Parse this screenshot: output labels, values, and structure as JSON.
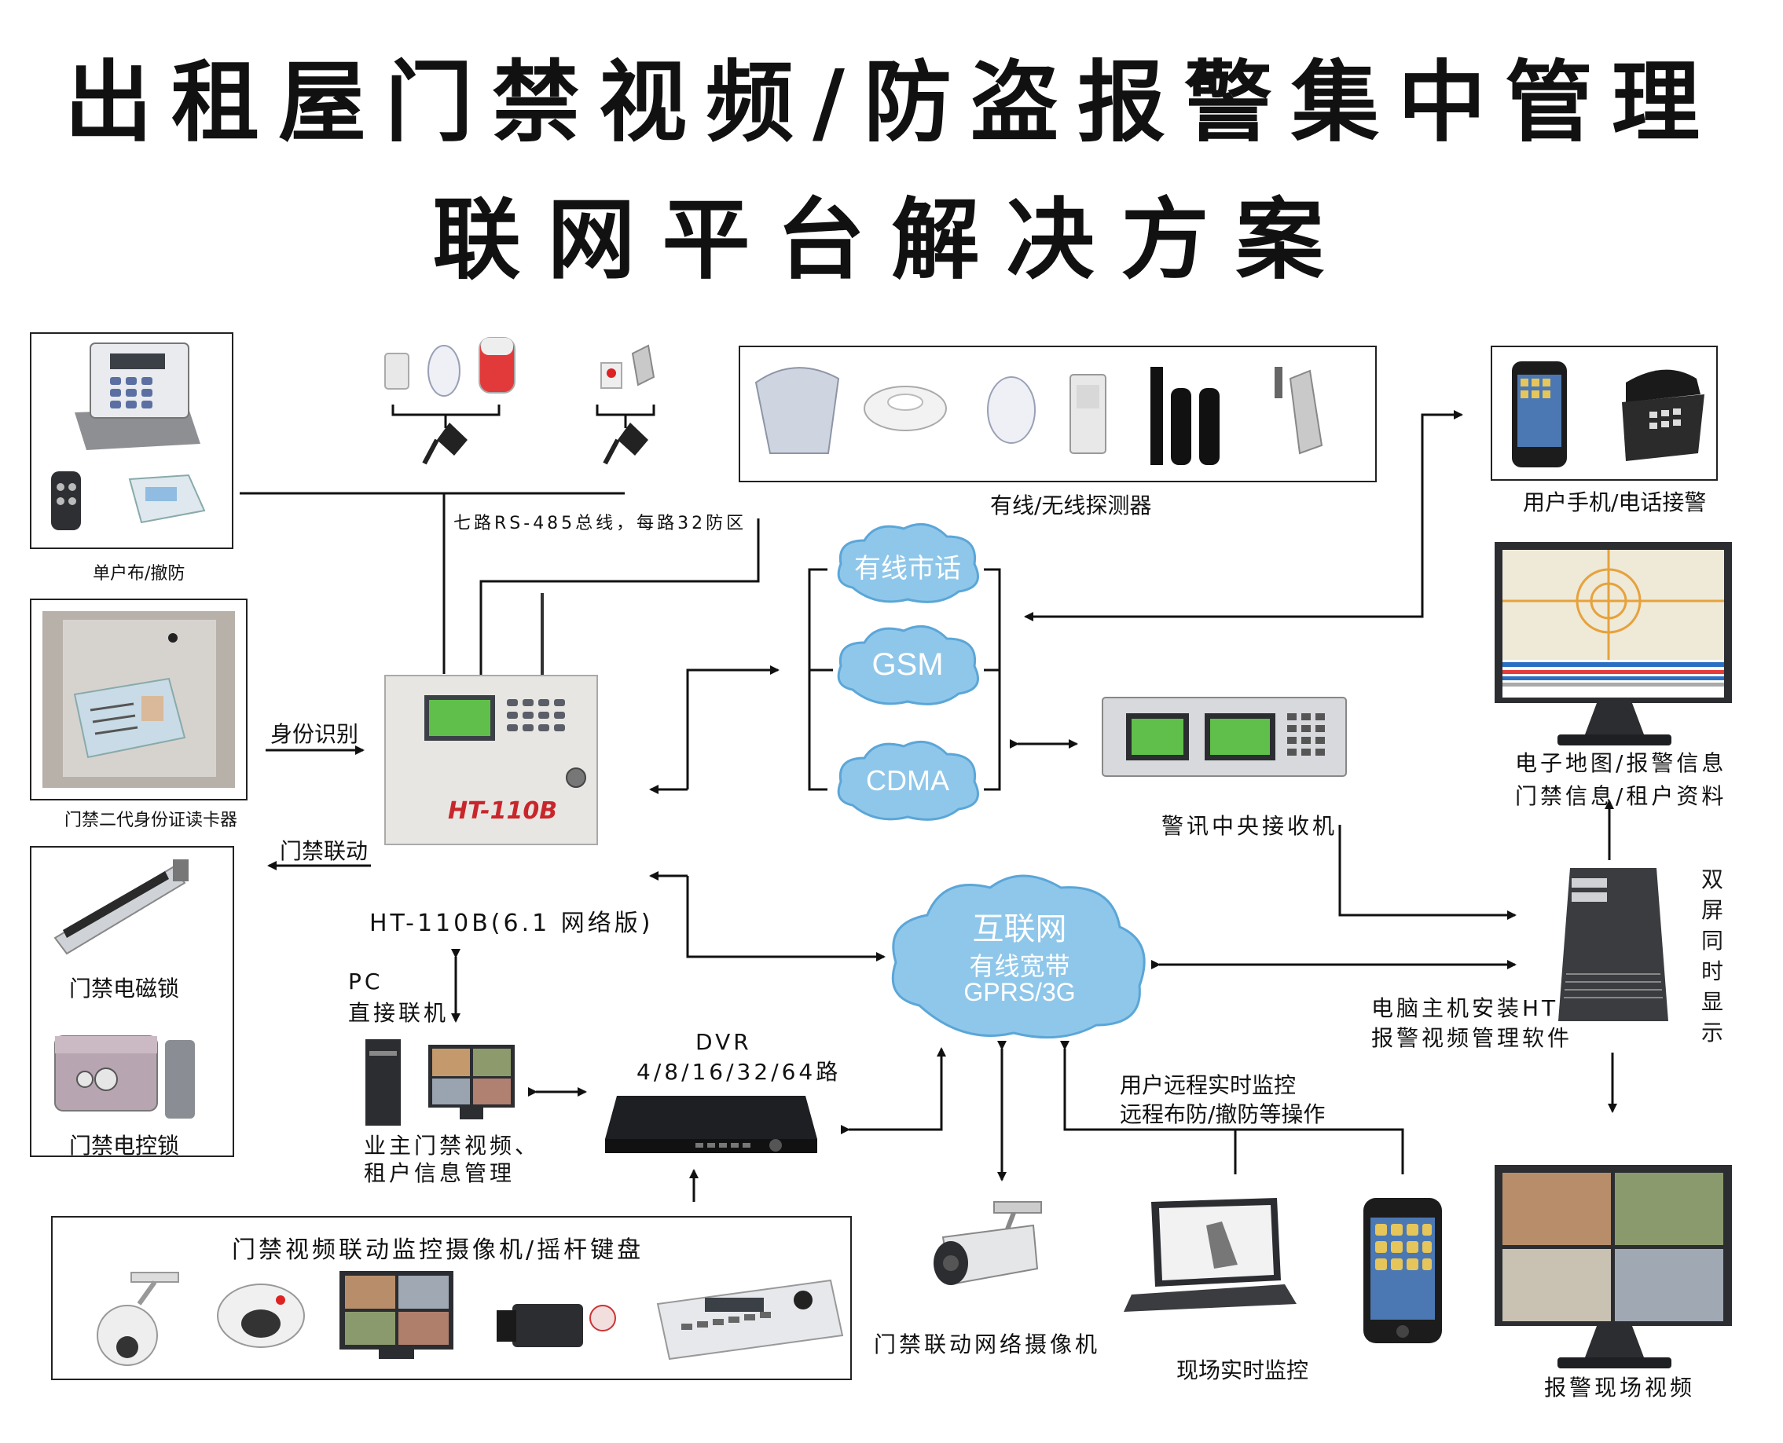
{
  "title": {
    "line1": "出租屋门禁视频/防盗报警集中管理",
    "line2": "联网平台解决方案"
  },
  "labels": {
    "single_arm": "单户布/撤防",
    "id_reader": "门禁二代身份证读卡器",
    "identity": "身份识别",
    "door_link": "门禁联动",
    "em_lock": "门禁电磁锁",
    "elec_lock": "门禁电控锁",
    "rs485": "七路RS-485总线，每路32防区",
    "detectors": "有线/无线探测器",
    "user_phone": "用户手机/电话接警",
    "map_line1": "电子地图/报警信息",
    "map_line2": "门禁信息/租户资料",
    "receiver": "警讯中央接收机",
    "host_name": "HT-110B(6.1 网络版)",
    "host_model": "HT-110B",
    "pc_line1": "PC",
    "pc_line2": "直接联机",
    "owner_line1": "业主门禁视频、",
    "owner_line2": "租户信息管理",
    "dvr_line1": "DVR",
    "dvr_line2": "4/8/16/32/64路",
    "pc_host_line1": "电脑主机安装HT",
    "pc_host_line2": "报警视频管理软件",
    "dual_screen": "双屏同时显示",
    "remote_line1": "用户远程实时监控",
    "remote_line2": "远程布防/撤防等操作",
    "camera_box": "门禁视频联动监控摄像机/摇杆键盘",
    "net_camera": "门禁联动网络摄像机",
    "onsite": "现场实时监控",
    "alarm_video": "报警现场视频"
  },
  "clouds": {
    "pstn": "有线市话",
    "gsm": "GSM",
    "cdma": "CDMA",
    "internet_title": "互联网",
    "internet_line1": "有线宽带",
    "internet_line2": "GPRS/3G"
  },
  "colors": {
    "cloud_fill": "#8fc7ea",
    "cloud_edge": "#5ba6d8",
    "line": "#111111",
    "host_red": "#c8262b",
    "lcd_green": "#5fbf4a"
  }
}
